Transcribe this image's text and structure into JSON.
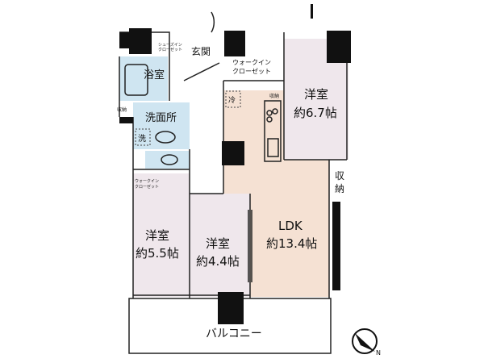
{
  "colors": {
    "wet_area": "#cfe5f1",
    "ldk": "#f5e1d3",
    "western_room": "#efe7ec",
    "wall": "#111111",
    "outline": "#222222"
  },
  "rooms": {
    "bath": {
      "label": "浴室"
    },
    "washroom": {
      "label": "洗面所"
    },
    "washer": {
      "label": "洗"
    },
    "entrance": {
      "label": "玄関"
    },
    "shoe_closet": {
      "label_line1": "シューズイン",
      "label_line2": "クローゼット"
    },
    "walkin_closet_top": {
      "label_line1": "ウォークイン",
      "label_line2": "クローゼット"
    },
    "walkin_closet_left": {
      "label_line1": "ウォークイン",
      "label_line2": "クローゼット"
    },
    "fridge": {
      "label": "冷"
    },
    "storage_left": {
      "label": "収納"
    },
    "storage_kitchen": {
      "label": "収納"
    },
    "storage_right": {
      "label_line1": "収",
      "label_line2": "納"
    },
    "western_67": {
      "label_line1": "洋室",
      "label_line2": "約6.7帖"
    },
    "western_55": {
      "label_line1": "洋室",
      "label_line2": "約5.5帖"
    },
    "western_44": {
      "label_line1": "洋室",
      "label_line2": "約4.4帖"
    },
    "ldk": {
      "label_line1": "LDK",
      "label_line2": "約13.4帖"
    },
    "balcony": {
      "label": "バルコニー"
    }
  },
  "compass": {
    "label": "N",
    "icon": "north-arrow-icon"
  }
}
